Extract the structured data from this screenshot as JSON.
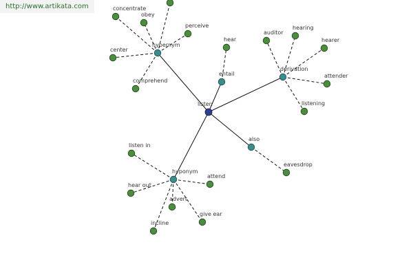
{
  "watermark": "http://www.artikata.com",
  "colors": {
    "center": "#2f3f8f",
    "relation": "#3a8c8c",
    "leaf": "#4a8f3c",
    "edge": "#111111"
  },
  "center": {
    "label": "listen"
  },
  "relations": [
    {
      "id": "hypernym",
      "label": "hypernym"
    },
    {
      "id": "entail",
      "label": "entail"
    },
    {
      "id": "derivation",
      "label": "derivation"
    },
    {
      "id": "also",
      "label": "also"
    },
    {
      "id": "hyponym",
      "label": "hyponym"
    }
  ],
  "leaves": [
    {
      "rel": "hypernym",
      "label": ""
    },
    {
      "rel": "hypernym",
      "label": "concentrate"
    },
    {
      "rel": "hypernym",
      "label": "obey"
    },
    {
      "rel": "hypernym",
      "label": "perceive"
    },
    {
      "rel": "hypernym",
      "label": "center"
    },
    {
      "rel": "hypernym",
      "label": "comprehend"
    },
    {
      "rel": "entail",
      "label": "hear"
    },
    {
      "rel": "derivation",
      "label": "auditor"
    },
    {
      "rel": "derivation",
      "label": "hearing"
    },
    {
      "rel": "derivation",
      "label": "hearer"
    },
    {
      "rel": "derivation",
      "label": "attender"
    },
    {
      "rel": "derivation",
      "label": "listening"
    },
    {
      "rel": "also",
      "label": "eavesdrop"
    },
    {
      "rel": "hyponym",
      "label": "listen in"
    },
    {
      "rel": "hyponym",
      "label": "attend"
    },
    {
      "rel": "hyponym",
      "label": "hear out"
    },
    {
      "rel": "hyponym",
      "label": "advert"
    },
    {
      "rel": "hyponym",
      "label": "give ear"
    },
    {
      "rel": "hyponym",
      "label": "incline"
    }
  ]
}
